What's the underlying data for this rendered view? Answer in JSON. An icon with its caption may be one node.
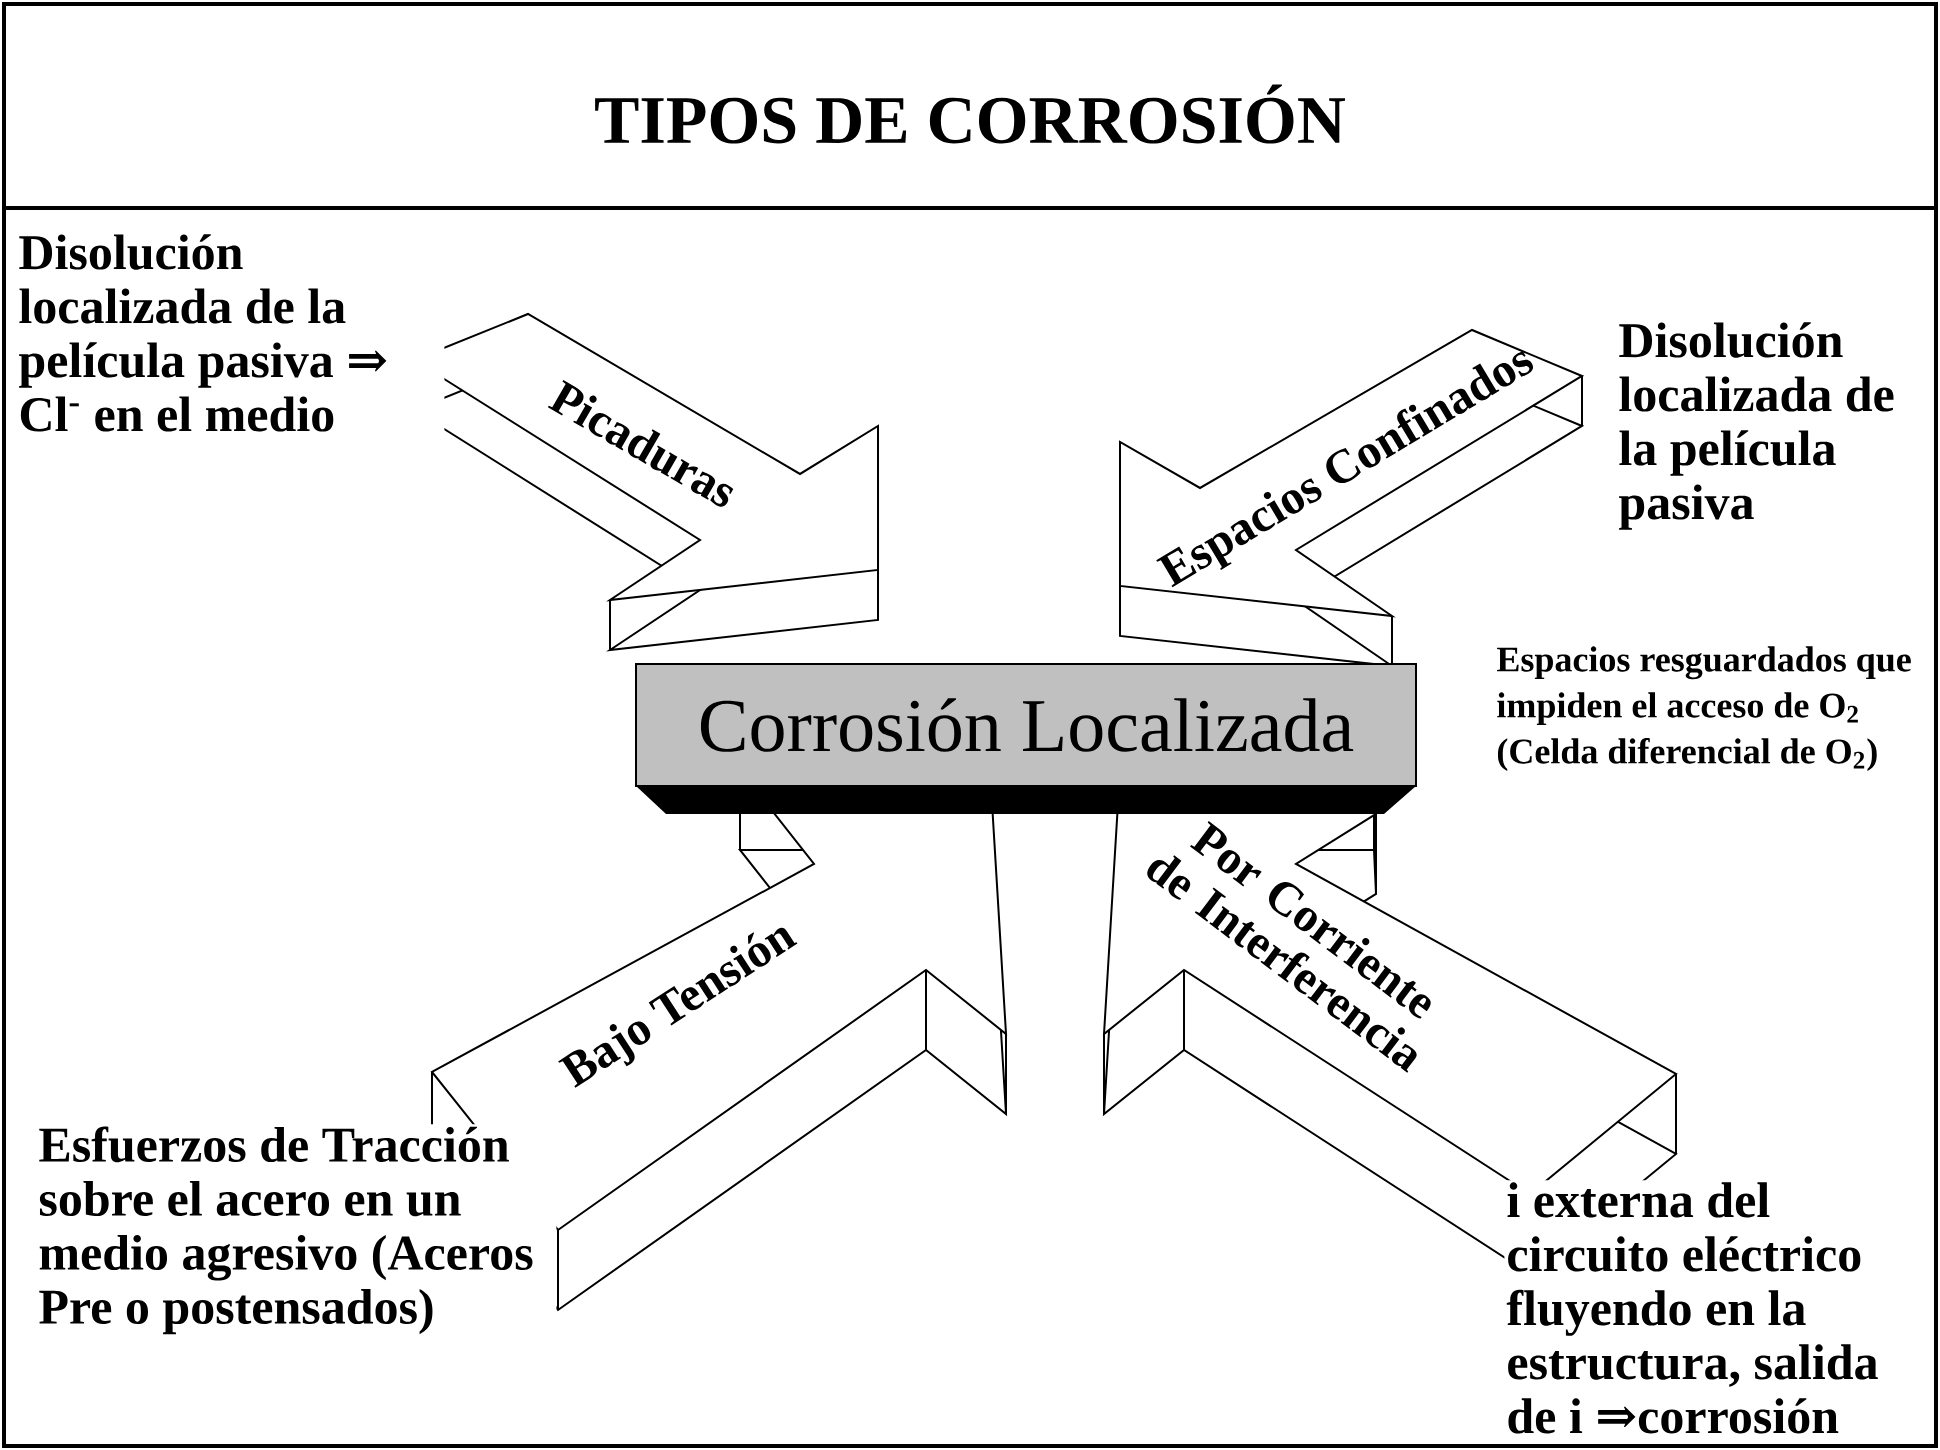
{
  "diagram": {
    "title": "TIPOS DE CORROSIÓN",
    "nodes": [
      {
        "text": [
          "Picaduras"
        ],
        "beside": [
          "Disolución localizada de la película pasiva ⇒ Cl$^{-}$ en el medio"
        ]
      },
      {
        "text": [
          "Espacios Confinados"
        ],
        "beside": [
          "Disolución localizada de la película pasiva",
          "Espacios resguardados que impiden el acceso de O$_{2}$ (Celda diferencial de O$_{2}$)"
        ]
      },
      {
        "text": [
          "Corrosión Localizada"
        ]
      },
      {
        "text": [
          "Bajo Tensión"
        ],
        "beside": [
          "Esfuerzos de Tracción sobre el acero en un medio agresivo (Aceros Pre o postensados)"
        ]
      },
      {
        "text": [
          "Por Corriente de Interferencia"
        ],
        "beside": [
          "i externa del circuito eléctrico fluyendo en la estructura, salida de i ⇒corrosión"
        ]
      }
    ]
  }
}
